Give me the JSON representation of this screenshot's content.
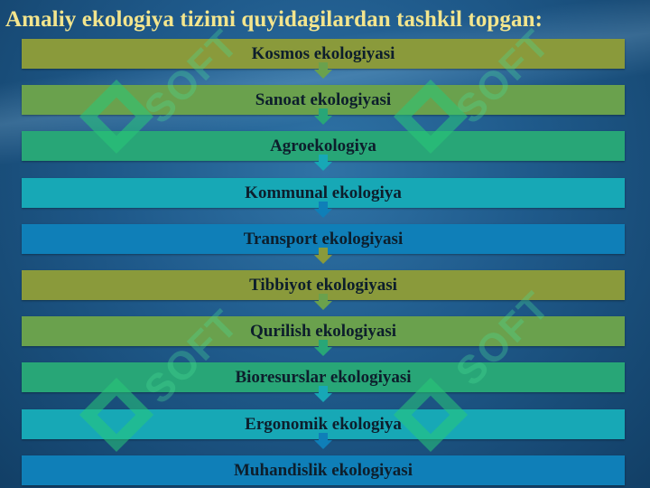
{
  "title": "Amaliy ekologiya tizimi quyidagilardan tashkil topgan:",
  "steps": [
    {
      "label": "Kosmos ekologiyasi",
      "color": "#8a9a3b"
    },
    {
      "label": "Sanoat ekologiyasi",
      "color": "#6aa14d"
    },
    {
      "label": "Agroekologiya",
      "color": "#28a677"
    },
    {
      "label": "Kommunal ekologiya",
      "color": "#17a8b6"
    },
    {
      "label": "Transport ekologiyasi",
      "color": "#0f7fb8"
    },
    {
      "label": "Tibbiyot ekologiyasi",
      "color": "#8a9a3b"
    },
    {
      "label": "Qurilish ekologiyasi",
      "color": "#6aa14d"
    },
    {
      "label": "Bioresurslar ekologiyasi",
      "color": "#28a677"
    },
    {
      "label": "Ergonomik ekologiya",
      "color": "#17a8b6"
    },
    {
      "label": "Muhandislik ekologiyasi",
      "color": "#0f7fb8"
    }
  ],
  "watermark": "SOFT"
}
